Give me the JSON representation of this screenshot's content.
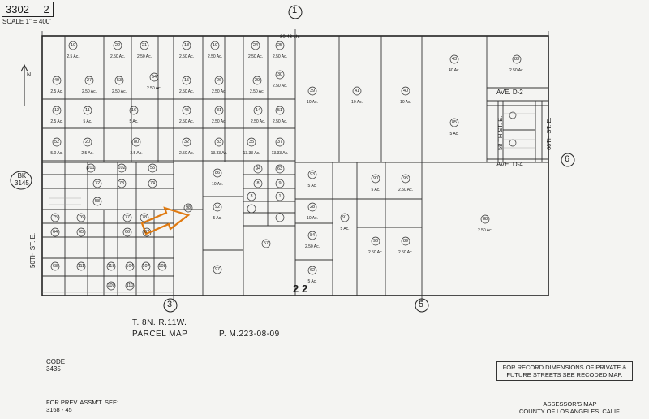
{
  "header": {
    "book": "3302",
    "page": "2",
    "scale": "SCALE 1\" = 400'"
  },
  "sections": [
    {
      "id": "1"
    },
    {
      "id": "2"
    },
    {
      "id": "3"
    },
    {
      "id": "5"
    },
    {
      "id": "6"
    }
  ],
  "labels": {
    "section_1": "1",
    "section_3": "3",
    "section_5": "5",
    "section_6": "6",
    "section_2_bottom": "2",
    "section_2_tilted": "2",
    "top_dimension": "80.43 ch.",
    "left_book": "BK",
    "left_book_num": "3145",
    "street_50th": "50TH  ST. E.",
    "street_58th": "58 TH ST. E.",
    "street_60th": "60TH ST. E.",
    "ave_d2": "AVE.   D-2",
    "ave_d4": "AVE.   D-4",
    "north": "N"
  },
  "footer": {
    "township": "T. 8N. R.11W.",
    "parcel_map": "PARCEL  MAP",
    "pm_ref": "P. M.223-08-09",
    "code_label": "CODE",
    "code_value": "3435",
    "prev_label": "FOR PREV. ASSM'T. SEE:",
    "prev_value": "3168 - 45",
    "note": "FOR RECORD DIMENSIONS OF PRIVATE & FUTURE STREETS SEE RECODED MAP.",
    "assessor": "ASSESSOR'S MAP",
    "county": "COUNTY OF LOS ANGELES, CALIF."
  },
  "parcels": [
    {
      "id": "10",
      "area": "2.5 Ac."
    },
    {
      "id": "22",
      "area": "2.50 Ac."
    },
    {
      "id": "21",
      "area": "2.50 Ac."
    },
    {
      "id": "18",
      "area": "2.50 Ac."
    },
    {
      "id": "19",
      "area": "2.50 Ac."
    },
    {
      "id": "24",
      "area": "2.50 Ac."
    },
    {
      "id": "25",
      "area": "2.50 Ac."
    },
    {
      "id": "49",
      "area": "2.5 Ac."
    },
    {
      "id": "27",
      "area": "2.50 Ac."
    },
    {
      "id": "53",
      "area": "2.50 Ac."
    },
    {
      "id": "54",
      "area": "2.50 Ac."
    },
    {
      "id": "15",
      "area": "2.50 Ac."
    },
    {
      "id": "26",
      "area": "2.50 Ac."
    },
    {
      "id": "29",
      "area": "2.50 Ac."
    },
    {
      "id": "30",
      "area": "2.50 Ac."
    },
    {
      "id": "12",
      "area": "2.5 Ac."
    },
    {
      "id": "11",
      "area": "5 Ac."
    },
    {
      "id": "16",
      "area": "5 Ac."
    },
    {
      "id": "45",
      "area": "2.50 Ac."
    },
    {
      "id": "31",
      "area": "2.50 Ac."
    },
    {
      "id": "14",
      "area": "2.50 Ac."
    },
    {
      "id": "51",
      "area": "2.50 Ac."
    },
    {
      "id": "52",
      "area": "5.0 Ac."
    },
    {
      "id": "20",
      "area": "2.5 Ac."
    },
    {
      "id": "80",
      "area": "2.5 Ac."
    },
    {
      "id": "32",
      "area": "2.50 Ac."
    },
    {
      "id": "33",
      "area": "13.33 Ac."
    },
    {
      "id": "35",
      "area": "13.33 Ac."
    },
    {
      "id": "37",
      "area": "13.33 Ac."
    },
    {
      "id": "39",
      "area": "10 Ac."
    },
    {
      "id": "41",
      "area": "10 Ac."
    },
    {
      "id": "40",
      "area": "10 Ac."
    },
    {
      "id": "43",
      "area": "40 Ac."
    },
    {
      "id": "83",
      "area": "2.50 Ac."
    },
    {
      "id": "85",
      "area": "5 Ac."
    },
    {
      "id": "88",
      "area": "2.50 Ac."
    },
    {
      "id": "86",
      "area": "10 Ac."
    },
    {
      "id": "92",
      "area": "5 Ac."
    },
    {
      "id": "93",
      "area": "5 Ac."
    },
    {
      "id": "91",
      "area": "5 Ac."
    },
    {
      "id": "90",
      "area": "5 Ac."
    },
    {
      "id": "95",
      "area": "2.50 Ac."
    },
    {
      "id": "96",
      "area": "2.50 Ac."
    },
    {
      "id": "89",
      "area": "2.50 Ac."
    },
    {
      "id": "28",
      "area": "10 Ac."
    },
    {
      "id": "84",
      "area": "2.50 Ac."
    },
    {
      "id": "62",
      "area": "5 Ac."
    },
    {
      "id": "57",
      "area": ""
    },
    {
      "id": "97",
      "area": ""
    },
    {
      "id": "98",
      "area": ""
    },
    {
      "id": "58",
      "area": ""
    },
    {
      "id": "101",
      "area": ""
    },
    {
      "id": "102",
      "area": ""
    },
    {
      "id": "55",
      "area": ""
    },
    {
      "id": "72",
      "area": ""
    },
    {
      "id": "73",
      "area": ""
    },
    {
      "id": "74",
      "area": ""
    },
    {
      "id": "75",
      "area": ""
    },
    {
      "id": "76",
      "area": ""
    },
    {
      "id": "77",
      "area": ""
    },
    {
      "id": "78",
      "area": ""
    },
    {
      "id": "64",
      "area": ""
    },
    {
      "id": "65",
      "area": ""
    },
    {
      "id": "66",
      "area": ""
    },
    {
      "id": "67",
      "area": ""
    },
    {
      "id": "68",
      "area": ""
    },
    {
      "id": "111",
      "area": ""
    },
    {
      "id": "118",
      "area": ""
    },
    {
      "id": "104",
      "area": ""
    },
    {
      "id": "107",
      "area": ""
    },
    {
      "id": "108",
      "area": ""
    },
    {
      "id": "109",
      "area": ""
    },
    {
      "id": "110",
      "area": ""
    },
    {
      "id": "94",
      "area": ""
    },
    {
      "id": "63",
      "area": ""
    },
    {
      "id": "8",
      "area": ""
    },
    {
      "id": "9",
      "area": ""
    },
    {
      "id": "3",
      "area": ""
    },
    {
      "id": "1",
      "area": ""
    }
  ],
  "colors": {
    "paper": "#f4f4f2",
    "ink": "#1a1a1a",
    "highlight_arrow": "#e07a10"
  }
}
